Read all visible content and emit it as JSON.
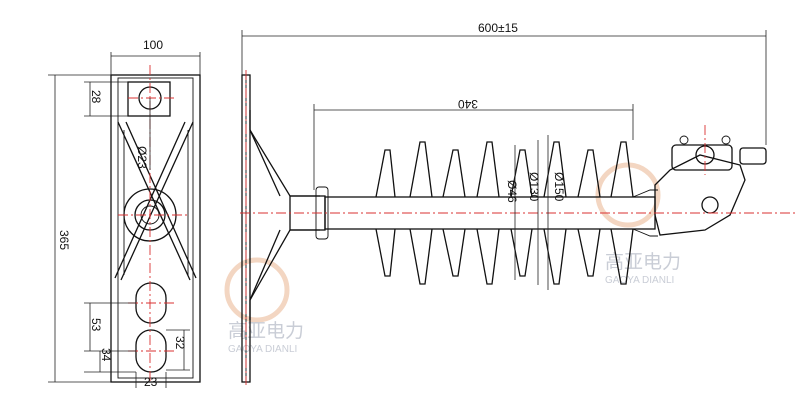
{
  "dimensions": {
    "front_width": "100",
    "front_height": "365",
    "hole_top": "28",
    "hole_dia": "Ø23",
    "slot_pitch": "53",
    "slot_height": "34",
    "slot_side": "32",
    "slot_width": "23",
    "overall_length": "600±15",
    "shed_span": "340",
    "dia_small": "Ø46",
    "dia_mid": "Ø130",
    "dia_large": "Ø150"
  },
  "watermark": {
    "brand_cn": "高亚电力",
    "brand_en": "GAOYA DIANLI"
  },
  "colors": {
    "line": "#111111",
    "centerline": "#d93030",
    "watermark": "#c9cdd6"
  }
}
